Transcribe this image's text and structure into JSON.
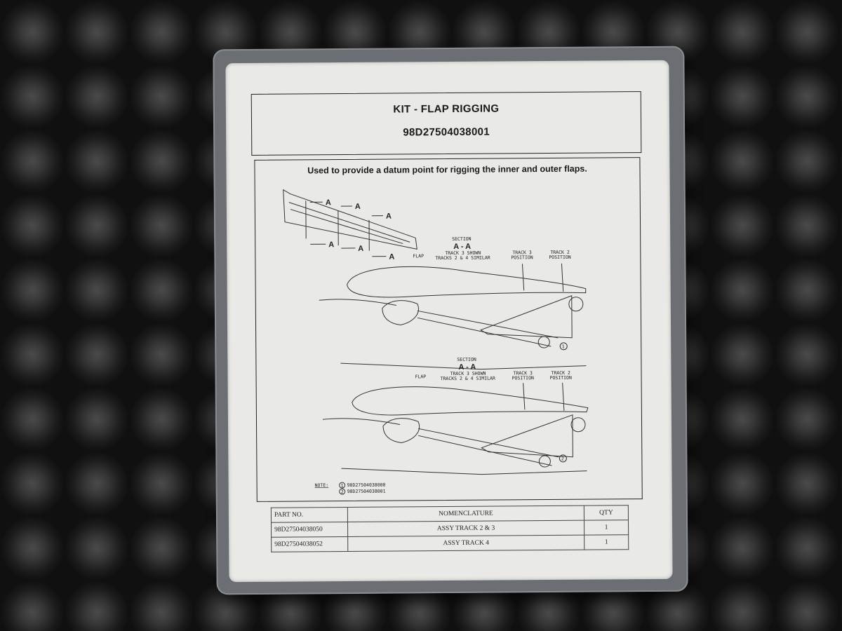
{
  "kit": {
    "title": "KIT - FLAP RIGGING",
    "part_number": "98D27504038001"
  },
  "diagram": {
    "caption": "Used to provide a datum point for rigging the inner and outer flaps.",
    "section_marker": "A",
    "upper_view": {
      "section_label": "SECTION",
      "section_id": "A - A",
      "track_note_1": "TRACK 3 SHOWN",
      "track_note_2": "TRACKS 2 & 4 SIMILAR",
      "flap_label": "FLAP",
      "track3_line1": "TRACK 3",
      "track3_line2": "POSITION",
      "track2_line1": "TRACK 2",
      "track2_line2": "POSITION",
      "callout": "1"
    },
    "lower_view": {
      "section_label": "SECTION",
      "section_id": "A - A",
      "track_note_1": "TRACK 3 SHOWN",
      "track_note_2": "TRACKS 2 & 4 SIMILAR",
      "flap_label": "FLAP",
      "track3_line1": "TRACK 3",
      "track3_line2": "POSITION",
      "track2_line1": "TRACK 2",
      "track2_line2": "POSITION",
      "callout": "2"
    },
    "note_label": "NOTE:",
    "notes": [
      {
        "num": "1",
        "text": "98D27504038000"
      },
      {
        "num": "2",
        "text": "98D27504038001"
      }
    ]
  },
  "parts_table": {
    "headers": {
      "part_no": "PART NO.",
      "nomenclature": "NOMENCLATURE",
      "qty": "QTY"
    },
    "rows": [
      {
        "part_no": "98D27504038050",
        "nomenclature": "ASSY TRACK 2 & 3",
        "qty": "1"
      },
      {
        "part_no": "98D27504038052",
        "nomenclature": "ASSY TRACK 4",
        "qty": "1"
      }
    ]
  }
}
